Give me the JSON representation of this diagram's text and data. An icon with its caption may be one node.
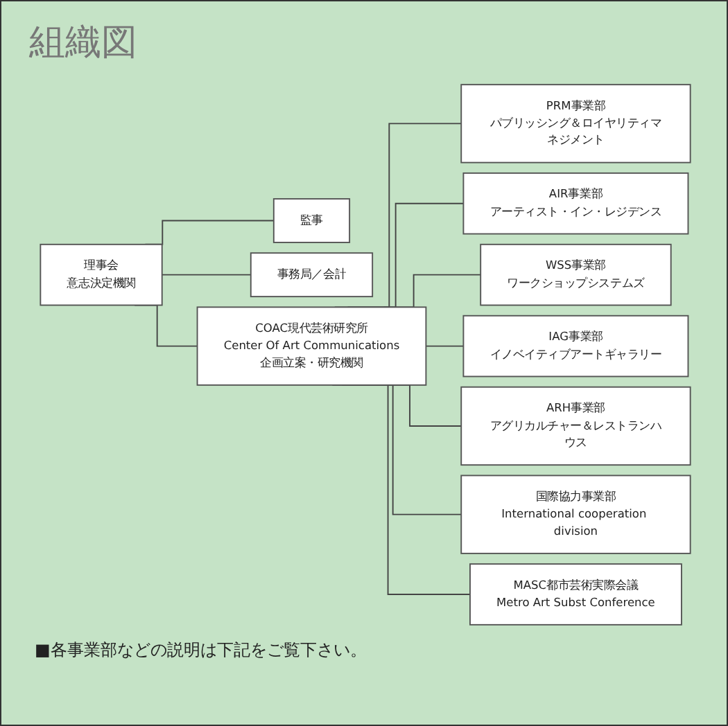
{
  "diagram": {
    "title": "組織図",
    "nodes": [
      {
        "text": [
          "理事会",
          "意志決定機関"
        ]
      },
      {
        "text": [
          "監事"
        ]
      },
      {
        "text": [
          "事務局／会計"
        ]
      },
      {
        "text": [
          "COAC現代芸術研究所",
          "Center Of Art Communications",
          "企画立案・研究機関"
        ]
      },
      {
        "text": [
          "PRM事業部",
          "パブリッシング＆ロイヤリティマネジメント"
        ]
      },
      {
        "text": [
          "AIR事業部",
          "アーティスト・イン・レジデンス"
        ]
      },
      {
        "text": [
          "WSS事業部",
          "ワークショップシステムズ"
        ]
      },
      {
        "text": [
          "IAG事業部",
          "イノベイティブアートギャラリー"
        ]
      },
      {
        "text": [
          "ARH事業部",
          "アグリカルチャー＆レストランハウス"
        ]
      },
      {
        "text": [
          "国際協力事業部",
          "International cooperation division"
        ]
      },
      {
        "text": [
          "MASC都市芸術実際会議",
          "Metro Art Subst Conference"
        ]
      }
    ],
    "edges": [
      {
        "from": 0,
        "to": 1,
        "arrow": "none"
      },
      {
        "from": 0,
        "to": 2,
        "arrow": "none"
      },
      {
        "from": 0,
        "to": 3,
        "arrow": "none"
      },
      {
        "from": 3,
        "to": 4,
        "arrow": "none"
      },
      {
        "from": 3,
        "to": 5,
        "arrow": "none"
      },
      {
        "from": 3,
        "to": 6,
        "arrow": "none"
      },
      {
        "from": 3,
        "to": 7,
        "arrow": "none"
      },
      {
        "from": 3,
        "to": 8,
        "arrow": "none"
      },
      {
        "from": 3,
        "to": 9,
        "arrow": "none"
      },
      {
        "from": 3,
        "to": 10,
        "arrow": "none"
      }
    ],
    "labels": [
      "■各事業部などの説明は下記をご覧下さい。"
    ]
  }
}
